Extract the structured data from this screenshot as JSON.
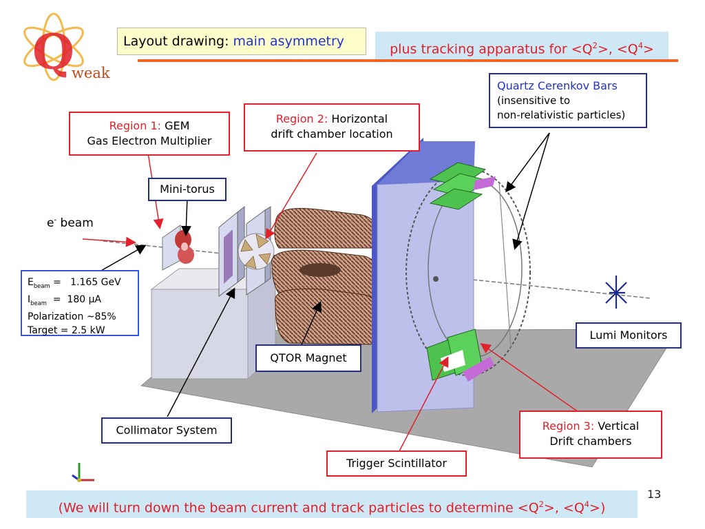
{
  "logo": {
    "letter": "Q",
    "word": "weak"
  },
  "header": {
    "title_prefix": "Layout drawing: ",
    "title_highlight": "main asymmetry",
    "tracking_prefix": "plus tracking apparatus for <Q",
    "tracking_sup1": "2",
    "tracking_middle": ">, <Q",
    "tracking_sup2": "4",
    "tracking_suffix": ">"
  },
  "labels": {
    "region1_tag": "Region 1:",
    "region1_name": " GEM",
    "region1_desc": "Gas Electron Multiplier",
    "region2_tag": "Region 2:",
    "region2_name": " Horizontal",
    "region2_desc": "drift chamber location",
    "quartz_title": "Quartz Cerenkov Bars",
    "quartz_line1": "(insensitive to",
    "quartz_line2": "non-relativistic particles)",
    "minitorus": "Mini-torus",
    "ebeam_prefix": "e",
    "ebeam_sup": "-",
    "ebeam_suffix": " beam",
    "qtor": "QTOR Magnet",
    "lumi": "Lumi Monitors",
    "collimator": "Collimator System",
    "region3_tag": "Region 3:",
    "region3_name": " Vertical",
    "region3_desc": "Drift chambers",
    "trigger": "Trigger Scintillator"
  },
  "beam_params": {
    "energy_sym": "E",
    "energy_sub": "beam",
    "energy_val": " =   1.165 GeV",
    "current_sym": "I",
    "current_sub": "beam",
    "current_val": "  =  180 μA",
    "polarization": "Polarization ~85%",
    "target": "Target = 2.5 kW"
  },
  "footer": {
    "prefix": "(We will turn down the beam current and track particles to determine <Q",
    "sup1": "2",
    "middle": ">, <Q",
    "sup2": "4",
    "suffix": ">)"
  },
  "page_number": "13",
  "colors": {
    "red": "#e0202a",
    "blue": "#2233cc",
    "navy": "#27307f",
    "orange_rule": "#f26522",
    "footer_bg": "#cfe8f5",
    "title_bg": "#ffffcc",
    "region_green": "#4ec24e",
    "panel_blue": "#b8bde8"
  }
}
